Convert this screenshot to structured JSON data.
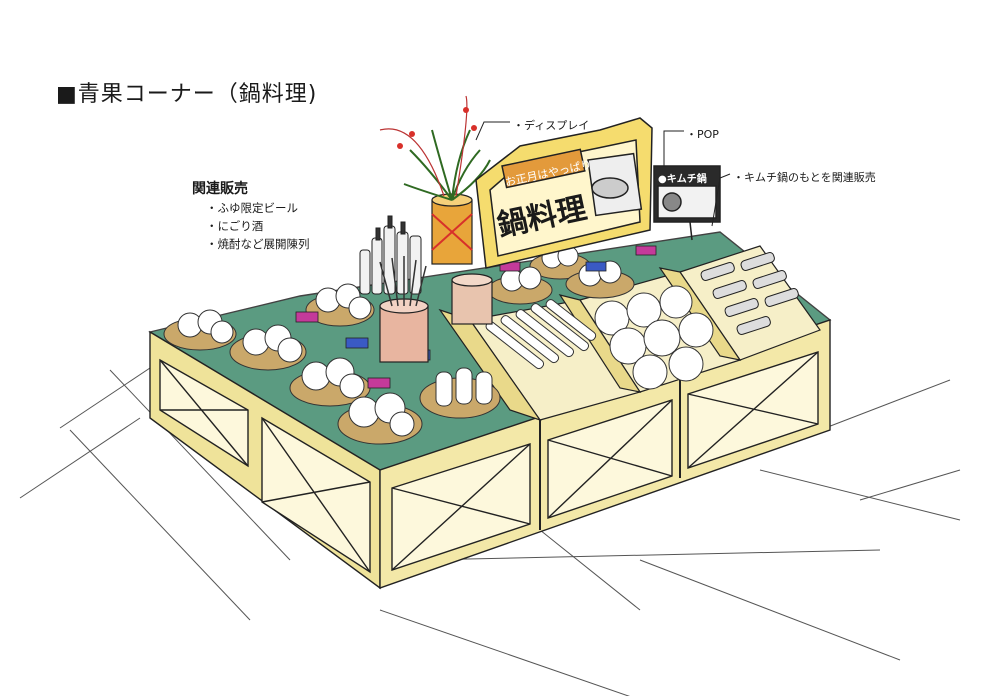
{
  "title": "■青果コーナー（鍋料理)",
  "related": {
    "heading": "関連販売",
    "items": [
      "・ふゆ限定ビール",
      "・にごり酒",
      "・焼酎など展開陳列"
    ]
  },
  "callouts": {
    "display": "・ディスプレイ",
    "pop": "・POP",
    "kimchi": "・キムチ鍋のもとを関連販売"
  },
  "signboard": {
    "top_text": "お正月はやっぱり",
    "main_text": "鍋料理"
  },
  "pop_card": {
    "text": "●キムチ鍋"
  },
  "colors": {
    "floor_green": "#3f8a6c",
    "wood_yellow": "#efe39a",
    "sign_orange": "#e39a3b",
    "sign_yellow": "#f5dc6e",
    "plant_green": "#4a9a3a",
    "berry_red": "#d8302a",
    "price_tag_pink": "#c43a9a",
    "price_tag_blue": "#3a5ac4"
  }
}
